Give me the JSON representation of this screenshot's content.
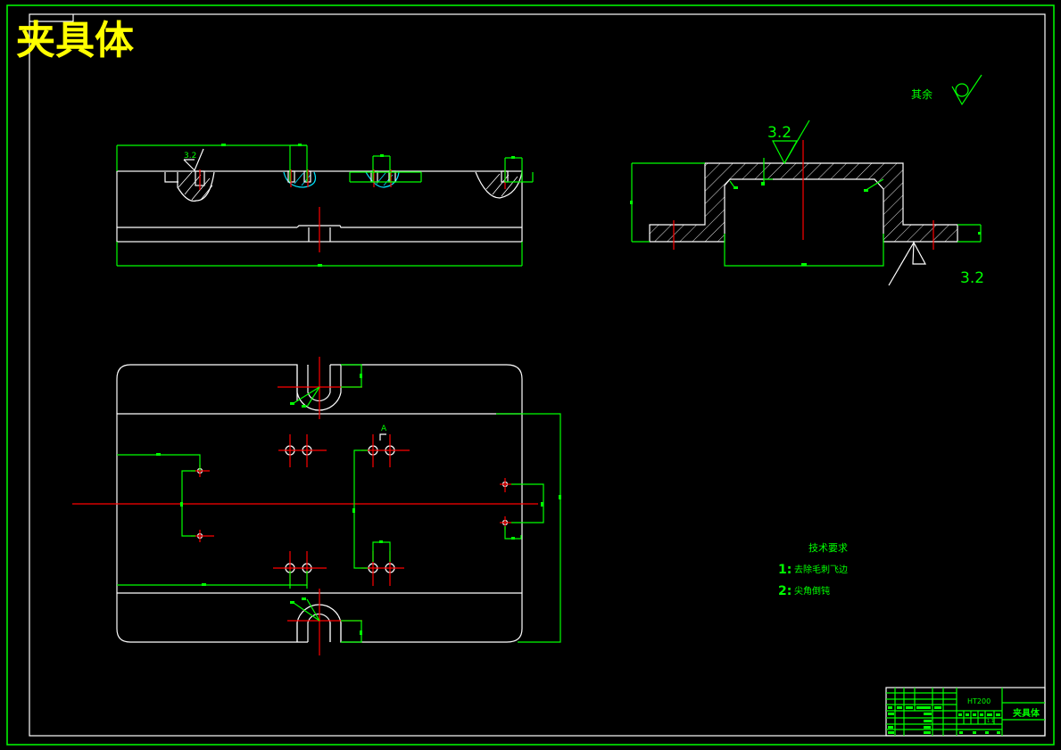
{
  "drawing": {
    "title": "夹具体",
    "surface_finish_default_label": "其余",
    "roughness_top_section": "3.2",
    "roughness_bottom_section": "3.2",
    "roughness_front_view": "3.2",
    "section_marker": "A",
    "colors": {
      "background": "#000000",
      "outline": "#ffffff",
      "dimension": "#00ff00",
      "centerline": "#ff0000",
      "title": "#ffff00",
      "hidden": "#00e5ff"
    }
  },
  "technical_requirements": {
    "heading": "技术要求",
    "items": [
      {
        "num": "1:",
        "text": "去除毛刺飞边"
      },
      {
        "num": "2:",
        "text": "尖角倒钝"
      }
    ]
  },
  "title_block": {
    "material": "HT200",
    "part_name": "夹具体",
    "scale": "1 1"
  }
}
